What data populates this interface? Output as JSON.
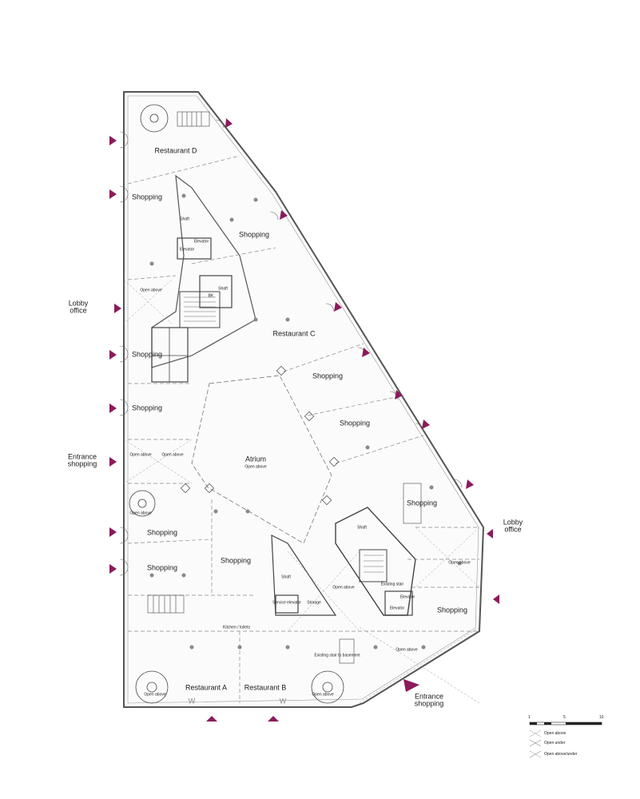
{
  "rooms": {
    "restaurant_d": "Restaurant D",
    "restaurant_c": "Restaurant C",
    "restaurant_a": "Restaurant A",
    "restaurant_b": "Restaurant B",
    "shopping": "Shopping",
    "atrium": "Atrium",
    "atrium_sub": "Open above",
    "kitchen": "Kitchen / toilets",
    "storage": "Storage",
    "service_elevator": "Service elevator",
    "existing_stair": "Existing stair",
    "existing_stair_basement": "Existing stair to basement",
    "shaft": "Shaft",
    "elevator": "Elevator",
    "bk": "BK",
    "open_above": "Open above",
    "w": "W"
  },
  "entrances": {
    "lobby_office": "Lobby office",
    "entrance_shopping": "Entrance shopping"
  },
  "legend": {
    "scale_ticks": [
      "1",
      "5",
      "10"
    ],
    "open_above": "Open above",
    "open_under": "Open under",
    "open_above_under": "Open above/under"
  },
  "colors": {
    "accent": "#8b1a5c",
    "wall": "#4a4a4a",
    "floor": "#fafafa"
  }
}
